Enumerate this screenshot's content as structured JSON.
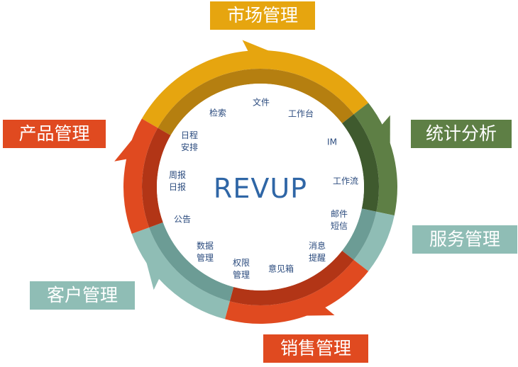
{
  "center": {
    "title": "REVUP"
  },
  "modules": [
    {
      "key": "market",
      "label": "市场管理",
      "color": "#e6a50f",
      "dark": "#b57f10"
    },
    {
      "key": "analytics",
      "label": "统计分析",
      "color": "#5e7f45",
      "dark": "#3f5a2e"
    },
    {
      "key": "service",
      "label": "服务管理",
      "color": "#8fbdb5",
      "dark": "#6c9c95"
    },
    {
      "key": "sales",
      "label": "销售管理",
      "color": "#e04a20",
      "dark": "#b23516"
    },
    {
      "key": "customer",
      "label": "客户管理",
      "color": "#8fbdb5",
      "dark": "#6c9c95"
    },
    {
      "key": "product",
      "label": "产品管理",
      "color": "#e04a20",
      "dark": "#b23516"
    }
  ],
  "features": [
    {
      "key": "document",
      "label": "文件"
    },
    {
      "key": "search",
      "label": "检索"
    },
    {
      "key": "workbench",
      "label": "工作台"
    },
    {
      "key": "schedule",
      "label": "日程\n安排"
    },
    {
      "key": "im",
      "label": "IM"
    },
    {
      "key": "reports",
      "label": "周报\n日报"
    },
    {
      "key": "workflow",
      "label": "工作流"
    },
    {
      "key": "email-sms",
      "label": "邮件\n短信"
    },
    {
      "key": "notice",
      "label": "公告"
    },
    {
      "key": "reminder",
      "label": "消息\n提醒"
    },
    {
      "key": "data-mgmt",
      "label": "数据\n管理"
    },
    {
      "key": "rights",
      "label": "权限\n管理"
    },
    {
      "key": "feedback",
      "label": "意见箱"
    }
  ]
}
